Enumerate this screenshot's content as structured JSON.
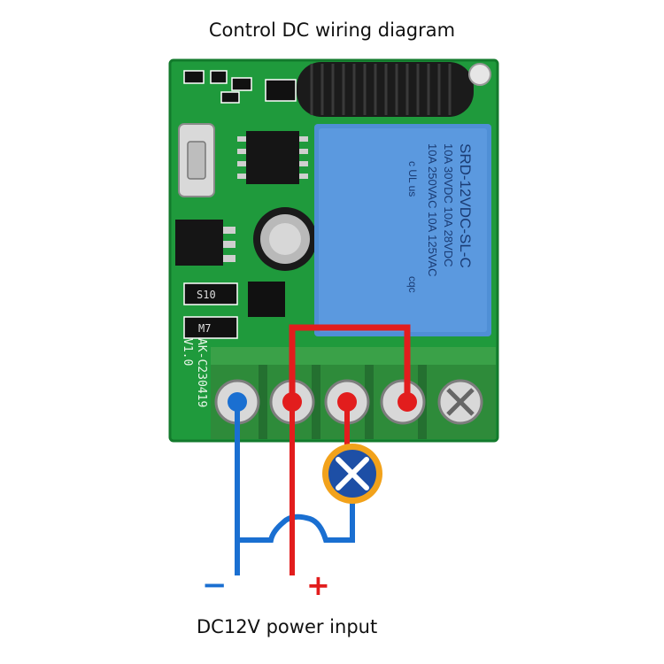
{
  "title": "Control DC wiring diagram",
  "bottom_label": "DC12V power input",
  "board": {
    "model": "AK-C230419",
    "version": "V1.0",
    "diode_label": "S10",
    "diode_label_2": "M7"
  },
  "relay": {
    "model": "SRD-12VDC-SL-C",
    "rating_1": "10A 250VAC  10A 125VAC",
    "rating_2": "10A 30VDC  10A 28VDC",
    "mark_1": "cqc",
    "mark_2": "c UL us"
  },
  "polarity": {
    "negative": "−",
    "positive": "+"
  },
  "colors": {
    "pcb_green": "#1f9a3c",
    "relay_blue": "#4f8fd6",
    "terminal_green": "#2e8b3a",
    "wire_blue": "#1a6fd1",
    "wire_red": "#e21d1d",
    "lamp_orange": "#f2a21b",
    "lamp_blue": "#1d4fa6"
  },
  "icons": [
    "lamp-icon",
    "screw-terminal-icon"
  ]
}
